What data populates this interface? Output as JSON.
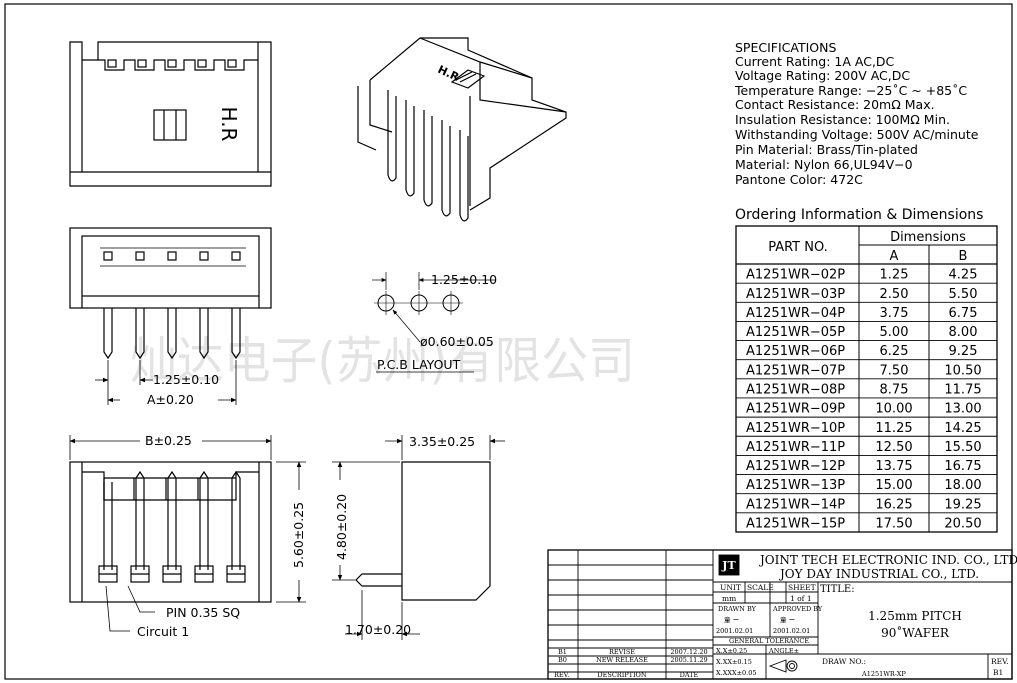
{
  "watermark": "灿达电子(苏州)有限公司",
  "isometric": {
    "brand": "H.R"
  },
  "front_view": {
    "brand": "H.R"
  },
  "dimensions": {
    "pitch_top": "1.25±0.10",
    "pcb_hole": "ø0.60±0.05",
    "pcb_label": "P.C.B LAYOUT",
    "pitch_front": "1.25±0.10",
    "a_dim": "A±0.20",
    "b_dim": "B±0.25",
    "side_width": "3.35±0.25",
    "height_total": "5.60±0.25",
    "height_body": "4.80±0.20",
    "pin_offset": "1.70±0.20",
    "pin_label": "PIN 0.35 SQ",
    "circuit_label": "Circuit 1"
  },
  "specifications": {
    "heading": "SPECIFICATIONS",
    "lines": [
      "Current Rating: 1A AC,DC",
      "Voltage Rating: 200V AC,DC",
      "Temperature Range: −25˚C ~ +85˚C",
      "Contact Resistance: 20mΩ Max.",
      "Insulation Resistance: 100MΩ Min.",
      "Withstanding Voltage: 500V AC/minute",
      "Pin Material: Brass/Tin-plated",
      "Material: Nylon 66,UL94V−0",
      "Pantone Color: 472C"
    ]
  },
  "ordering_table": {
    "caption": "Ordering Information & Dimensions",
    "header_part": "PART NO.",
    "header_group": "Dimensions",
    "header_a": "A",
    "header_b": "B",
    "rows": [
      [
        "A1251WR−02P",
        "1.25",
        "4.25"
      ],
      [
        "A1251WR−03P",
        "2.50",
        "5.50"
      ],
      [
        "A1251WR−04P",
        "3.75",
        "6.75"
      ],
      [
        "A1251WR−05P",
        "5.00",
        "8.00"
      ],
      [
        "A1251WR−06P",
        "6.25",
        "9.25"
      ],
      [
        "A1251WR−07P",
        "7.50",
        "10.50"
      ],
      [
        "A1251WR−08P",
        "8.75",
        "11.75"
      ],
      [
        "A1251WR−09P",
        "10.00",
        "13.00"
      ],
      [
        "A1251WR−10P",
        "11.25",
        "14.25"
      ],
      [
        "A1251WR−11P",
        "12.50",
        "15.50"
      ],
      [
        "A1251WR−12P",
        "13.75",
        "16.75"
      ],
      [
        "A1251WR−13P",
        "15.00",
        "18.00"
      ],
      [
        "A1251WR−14P",
        "16.25",
        "19.25"
      ],
      [
        "A1251WR−15P",
        "17.50",
        "20.50"
      ]
    ]
  },
  "title_block": {
    "logo": "JT",
    "company_line1": "JOINT TECH ELECTRONIC IND. CO., LTD.",
    "company_line2": "JOY DAY INDUSTRIAL CO., LTD.",
    "unit_label": "UNIT",
    "unit_value": "mm",
    "scale_label": "SCALE",
    "sheet_label": "SHEET",
    "sheet_value": "1 of 1",
    "title_label": "TITLE:",
    "title_line1": "1.25mm PITCH",
    "title_line2": "90˚WAFER",
    "drawn_by_label": "DRAWN BY",
    "drawn_by_name": "童 ー",
    "drawn_date": "2001.02.01",
    "approved_by_label": "APPROVED BY",
    "approved_by_name": "童 ー",
    "approved_date": "2001.02.01",
    "tolerance_heading": "GENERAL TOLERANCE",
    "tol_1": "X.X±0.25",
    "tol_2": "X.XX±0.15",
    "tol_3": "X.XXX±0.05",
    "angle_label": "ANGLE±",
    "draw_no_label": "DRAW NO.:",
    "draw_no_value": "A1251WR-XP",
    "rev_label": "REV.",
    "rev_value": "B1",
    "revisions": [
      {
        "rev": "B1",
        "desc": "REVISE",
        "date": "2007.12.20"
      },
      {
        "rev": "B0",
        "desc": "NEW RELEASE",
        "date": "2005.11.29"
      }
    ],
    "rev_col_header": "REV.",
    "desc_col_header": "DESCRIPTION",
    "date_col_header": "DATE"
  }
}
